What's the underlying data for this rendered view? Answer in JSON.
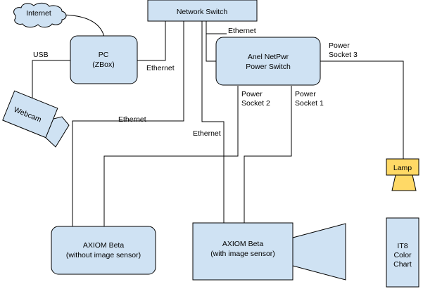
{
  "nodes": {
    "internet": "Internet",
    "network_switch": "Network Switch",
    "pc": [
      "PC",
      "(ZBox)"
    ],
    "power_switch": [
      "Anel NetPwr",
      "Power Switch"
    ],
    "webcam": "Webcam",
    "lamp": "Lamp",
    "axiom_left": [
      "AXIOM Beta",
      "(without image sensor)"
    ],
    "axiom_right": [
      "AXIOM Beta",
      "(with image sensor)"
    ],
    "it8": [
      "IT8",
      "Color",
      "Chart"
    ]
  },
  "connections": {
    "usb": "USB",
    "ethernet_pc": "Ethernet",
    "ethernet_power": "Ethernet",
    "ethernet_axiom_left": "Ethernet",
    "ethernet_axiom_right": "Ethernet",
    "power_socket_3": [
      "Power",
      "Socket 3"
    ],
    "power_socket_2": [
      "Power",
      "Socket 2"
    ],
    "power_socket_1": [
      "Power",
      "Socket 1"
    ]
  }
}
